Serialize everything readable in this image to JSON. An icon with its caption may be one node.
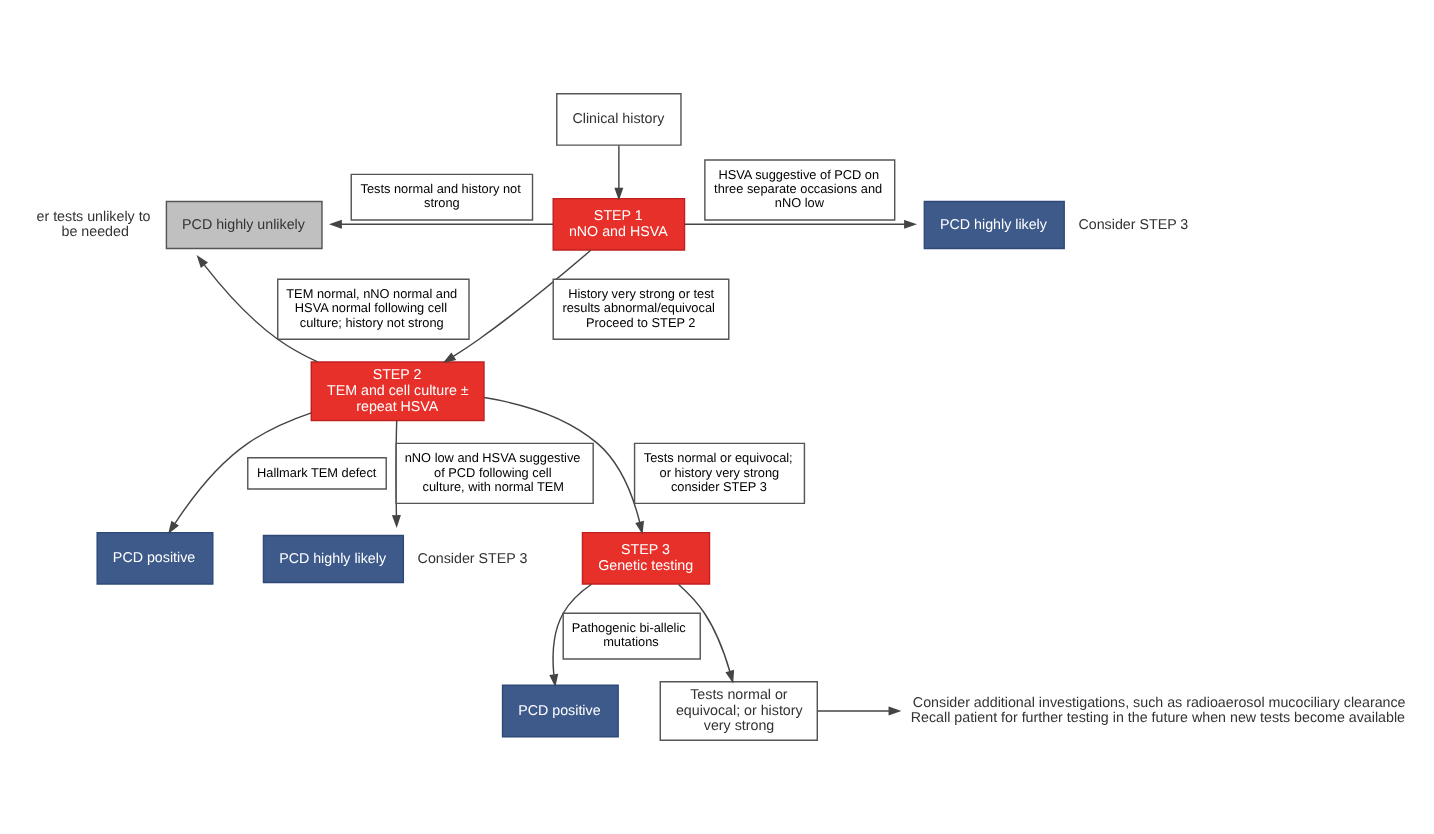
{
  "diagram": {
    "nodes": [
      {
        "text": [
          "Clinical history"
        ]
      },
      {
        "text": [
          "STEP 1",
          "nNO and HSVA"
        ]
      },
      {
        "text": [
          "PCD highly unlikely"
        ],
        "beside": [
          "er tests unlikely to be needed"
        ]
      },
      {
        "text": [
          "PCD highly likely"
        ],
        "beside": [
          "Consider STEP 3"
        ]
      },
      {
        "text": [
          "STEP 2",
          "TEM and cell culture ± repeat HSVA"
        ]
      },
      {
        "text": [
          "PCD positive"
        ]
      },
      {
        "text": [
          "PCD highly likely"
        ],
        "beside": [
          "Consider STEP 3"
        ]
      },
      {
        "text": [
          "STEP 3",
          "Genetic testing"
        ]
      },
      {
        "text": [
          "PCD positive"
        ]
      },
      {
        "text": [
          "Tests normal or equivocal; or history very strong"
        ]
      },
      {
        "text": [
          "Consider additional investigations, such as radioaerosol mucociliary clearance",
          "Recall patient for further testing in the future when new tests become available"
        ]
      }
    ],
    "edges": [
      {
        "from": 0,
        "to": 1,
        "arrow": "to"
      },
      {
        "from": 1,
        "to": 2,
        "arrow": "to",
        "label": "Tests normal and history not strong"
      },
      {
        "from": 1,
        "to": 3,
        "arrow": "to",
        "label": "HSVA suggestive of PCD on three separate occasions and nNO low"
      },
      {
        "from": 1,
        "to": 4,
        "arrow": "to",
        "label": "History very strong or test results abnormal/equivocal Proceed to STEP 2"
      },
      {
        "from": 4,
        "to": 2,
        "arrow": "to",
        "label": "TEM normal, nNO normal and HSVA normal following cell culture; history not strong"
      },
      {
        "from": 4,
        "to": 5,
        "arrow": "to",
        "label": "Hallmark TEM defect"
      },
      {
        "from": 4,
        "to": 6,
        "arrow": "to",
        "label": "nNO low and HSVA suggestive of PCD following cell culture, with normal TEM"
      },
      {
        "from": 4,
        "to": 7,
        "arrow": "to",
        "label": "Tests normal or equivocal; or history very strong consider STEP 3"
      },
      {
        "from": 7,
        "to": 8,
        "arrow": "to",
        "label": "Pathogenic bi-allelic mutations"
      },
      {
        "from": 7,
        "to": 9,
        "arrow": "to"
      },
      {
        "from": 9,
        "to": 10,
        "arrow": "to"
      }
    ]
  }
}
